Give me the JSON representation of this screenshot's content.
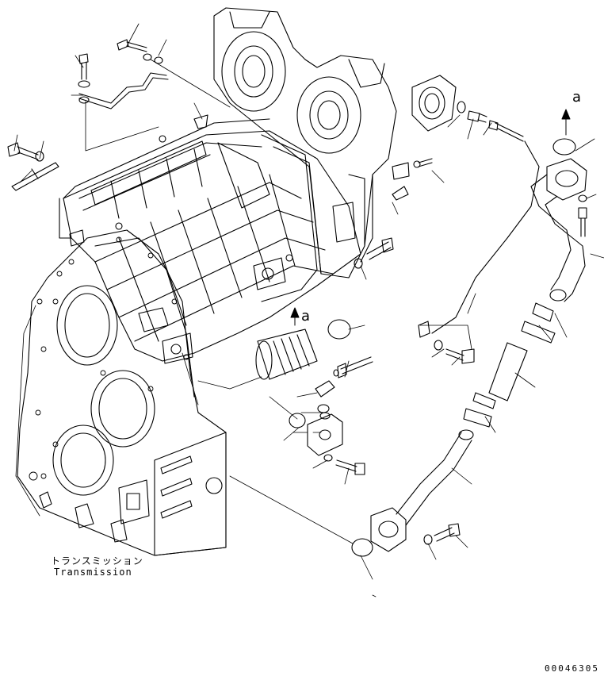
{
  "labels": {
    "component_jp": "トランスミッション",
    "component_en": "Transmission"
  },
  "reference_marks": {
    "upper_right": "a",
    "center": "a"
  },
  "doc_number": "00046305"
}
